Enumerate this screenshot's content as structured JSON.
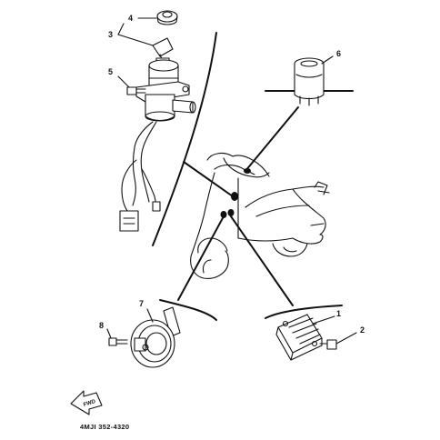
{
  "callouts": {
    "c1": "1",
    "c2": "2",
    "c3": "3",
    "c4": "4",
    "c5": "5",
    "c6": "6",
    "c7": "7",
    "c8": "8"
  },
  "fwd_mark": "FWD",
  "footer_code": "4MJI 352-4320"
}
